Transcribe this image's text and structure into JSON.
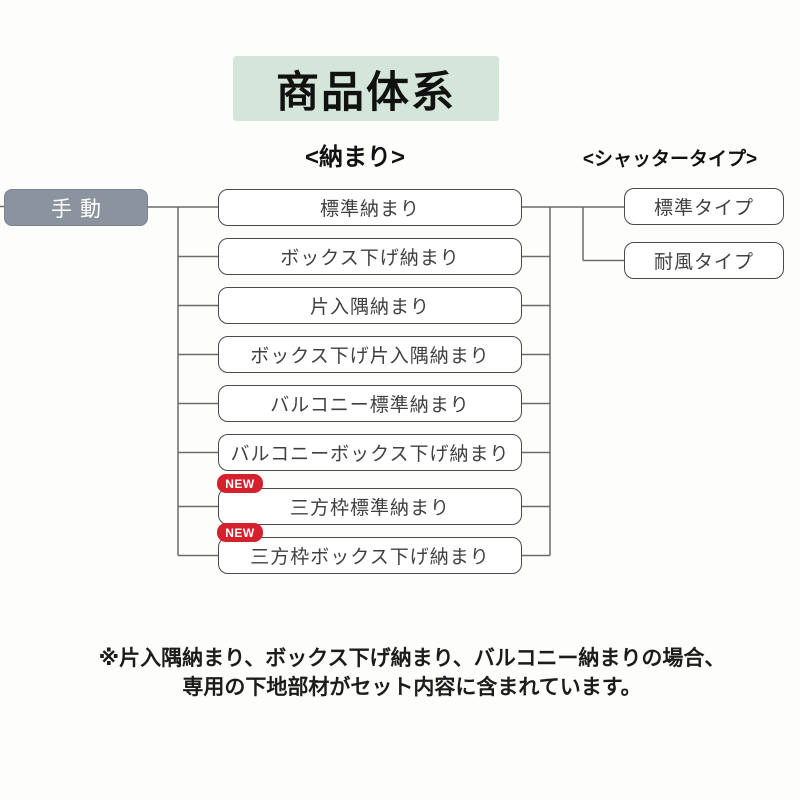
{
  "title": {
    "label": "商品体系",
    "bg_color": "#d4e6da"
  },
  "headings": {
    "fitting": "<納まり>",
    "shutter": "<シャッタータイプ>"
  },
  "root": {
    "label": "手動",
    "bg_color": "#8a939e",
    "text_color": "#ffffff"
  },
  "badge": {
    "label": "NEW",
    "bg_color": "#d4212d"
  },
  "fittings": [
    {
      "label": "標準納まり",
      "is_new": false
    },
    {
      "label": "ボックス下げ納まり",
      "is_new": false
    },
    {
      "label": "片入隅納まり",
      "is_new": false
    },
    {
      "label": "ボックス下げ片入隅納まり",
      "is_new": false
    },
    {
      "label": "バルコニー標準納まり",
      "is_new": false
    },
    {
      "label": "バルコニーボックス下げ納まり",
      "is_new": false
    },
    {
      "label": "三方枠標準納まり",
      "is_new": true
    },
    {
      "label": "三方枠ボックス下げ納まり",
      "is_new": true
    }
  ],
  "shutter_types": [
    {
      "label": "標準タイプ"
    },
    {
      "label": "耐風タイプ"
    }
  ],
  "note": {
    "line1": "※片入隅納まり、ボックス下げ納まり、バルコニー納まりの場合、",
    "line2": "専用の下地部材がセット内容に含まれています。"
  },
  "colors": {
    "line": "#6b6b6b",
    "box_border": "#4a4a4a"
  }
}
